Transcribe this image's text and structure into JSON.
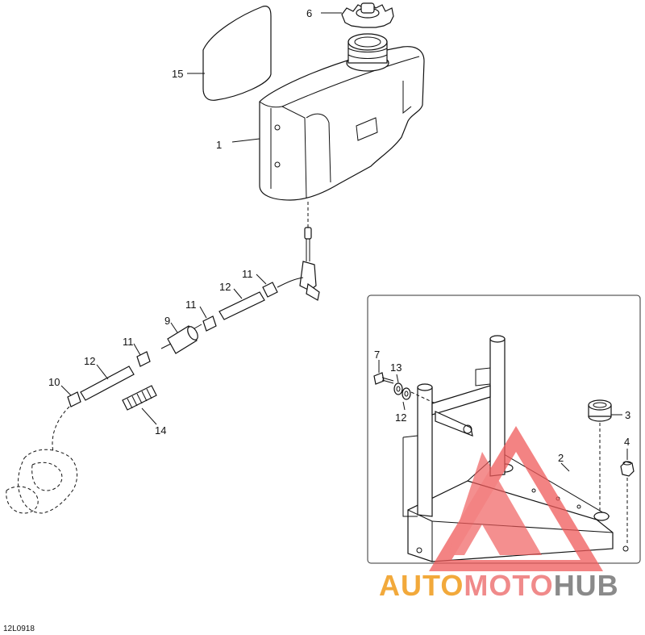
{
  "diagram": {
    "reference_code": "12L0918",
    "callouts": {
      "c1": "1",
      "c2": "2",
      "c3": "3",
      "c4": "4",
      "c6": "6",
      "c7": "7",
      "c9": "9",
      "c10": "10",
      "c11a": "11",
      "c11b": "11",
      "c11c": "11",
      "c12a": "12",
      "c12b": "12",
      "c12c": "12",
      "c13": "13",
      "c14": "14",
      "c15": "15"
    }
  },
  "watermark": {
    "part1": "AUTO",
    "part2": "MOTO",
    "part3": "HUB",
    "colors": {
      "auto": "#f2a93b",
      "moto": "#f08a8a",
      "hub": "#8a8a8a",
      "triangle": "#f05a5a"
    }
  }
}
